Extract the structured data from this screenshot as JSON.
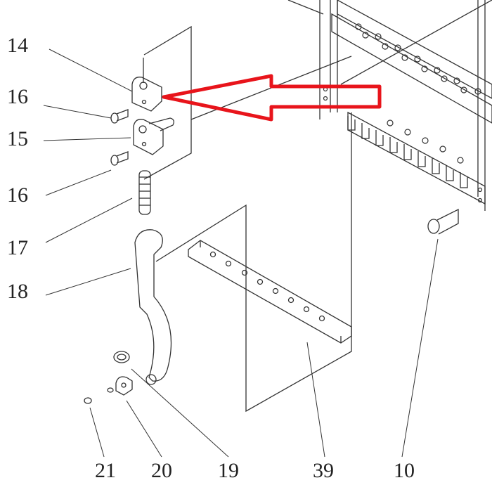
{
  "labels": {
    "p14": "14",
    "p16a": "16",
    "p15": "15",
    "p16b": "16",
    "p17": "17",
    "p18": "18",
    "p21": "21",
    "p20": "20",
    "p19": "19",
    "p39": "39",
    "p10": "10"
  },
  "colors": {
    "line": "#333333",
    "arrow": "#e8141b"
  }
}
